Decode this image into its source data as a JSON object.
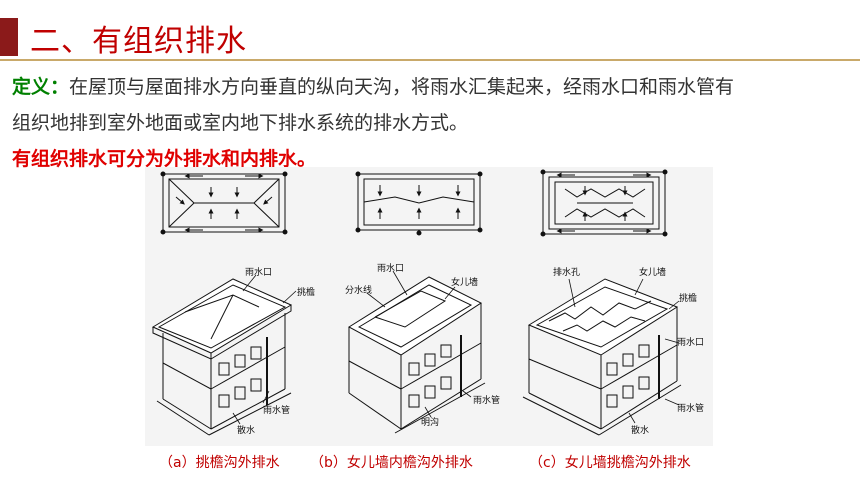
{
  "slide": {
    "title": "二、有组织排水",
    "colors": {
      "title_red": "#C00000",
      "accent": "#8B1A1A",
      "rule": "#C9A96A",
      "definition_green": "#008000",
      "emphasis_red": "#E00000"
    }
  },
  "definition": {
    "label": "定义：",
    "line1": "在屋顶与屋面排水方向垂直的纵向天沟，将雨水汇集起来，经雨水口和雨水管有",
    "line2": "组织地排到室外地面或室内地下排水系统的排水方式。"
  },
  "emphasis": "有组织排水可分为外排水和内排水。",
  "figure": {
    "a": {
      "labels": {
        "outlet": "雨水口",
        "eave": "挑檐",
        "pipe": "雨水管",
        "apron": "散水"
      },
      "caption": "（a）挑檐沟外排水"
    },
    "b": {
      "labels": {
        "outlet": "雨水口",
        "ridge": "分水线",
        "parapet": "女儿墙",
        "pipe": "雨水管",
        "ditch": "明沟"
      },
      "caption": "（b）女儿墙内檐沟外排水"
    },
    "c": {
      "labels": {
        "hole": "排水孔",
        "parapet": "女儿墙",
        "eave": "挑檐",
        "outlet": "雨水口",
        "pipe": "雨水管",
        "apron": "散水"
      },
      "caption": "（c）女儿墙挑檐沟外排水"
    }
  }
}
